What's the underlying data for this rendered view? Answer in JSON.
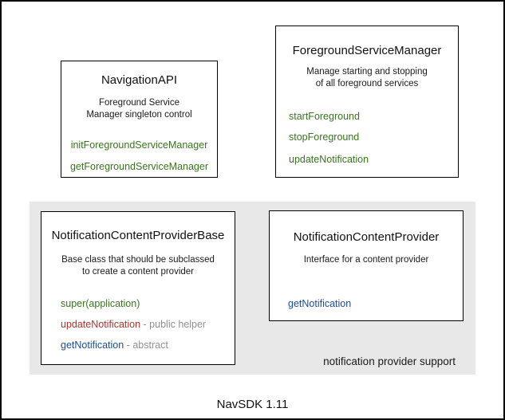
{
  "page": {
    "caption": "NavSDK 1.11"
  },
  "colors": {
    "method_green": "#38761d",
    "method_red": "#ac342e",
    "method_blue": "#1b4d9b",
    "suffix_gray": "#909090",
    "panel_gray": "#e8e8e8",
    "border_black": "#000000"
  },
  "boxes": [
    {
      "title": "NavigationAPI",
      "description": [
        "Foreground Service",
        "Manager singleton control"
      ],
      "methods": [
        {
          "name": "initForegroundServiceManager",
          "color": "green"
        },
        {
          "name": "getForegroundServiceManager",
          "color": "green"
        }
      ]
    },
    {
      "title": "ForegroundServiceManager",
      "description": [
        "Manage starting and stopping",
        "of all foreground services"
      ],
      "methods": [
        {
          "name": "startForeground",
          "color": "green"
        },
        {
          "name": "stopForeground",
          "color": "green"
        },
        {
          "name": "updateNotification",
          "color": "green"
        }
      ]
    },
    {
      "title": "NotificationContentProviderBase",
      "description": [
        "Base class that should be subclassed",
        "to create a content provider"
      ],
      "methods": [
        {
          "name": "super(application)",
          "color": "green"
        },
        {
          "name": "updateNotification",
          "suffix": " - public helper",
          "color": "red"
        },
        {
          "name": "getNotification",
          "suffix": " - abstract",
          "color": "blue"
        }
      ]
    },
    {
      "title": "NotificationContentProvider",
      "description": [
        "Interface for a content provider"
      ],
      "methods": [
        {
          "name": "getNotification",
          "color": "blue"
        }
      ]
    }
  ],
  "group": {
    "label": "notification provider support"
  }
}
